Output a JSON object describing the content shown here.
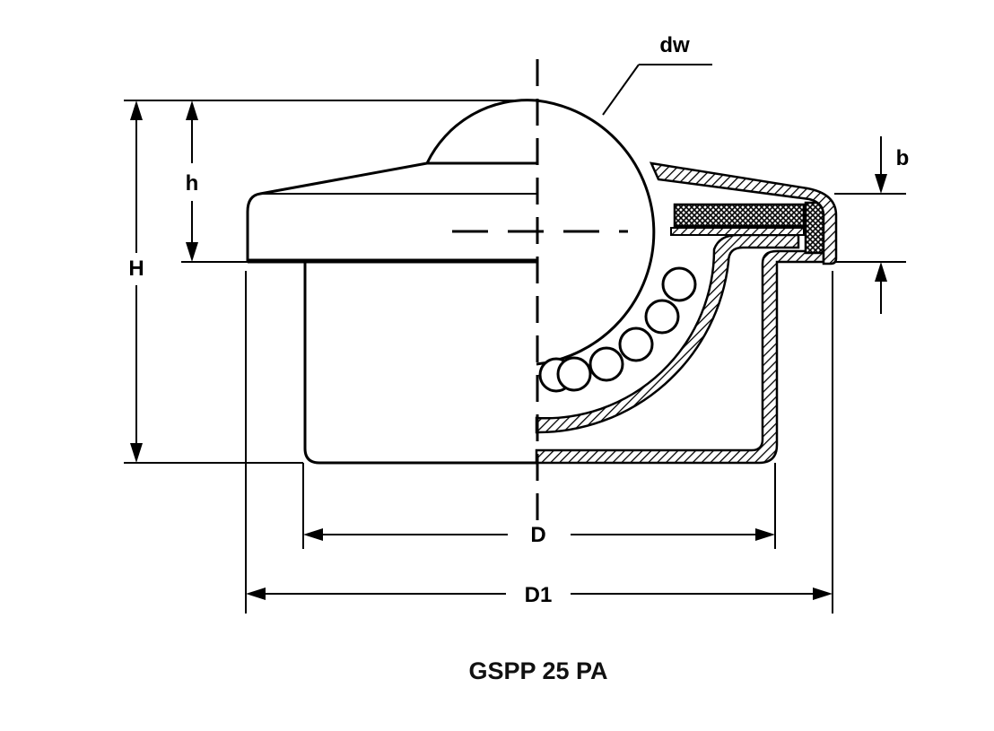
{
  "labels": {
    "dw": "dw",
    "b": "b",
    "h": "h",
    "H": "H",
    "D": "D",
    "D1": "D1"
  },
  "caption": "GSPP 25 PA"
}
